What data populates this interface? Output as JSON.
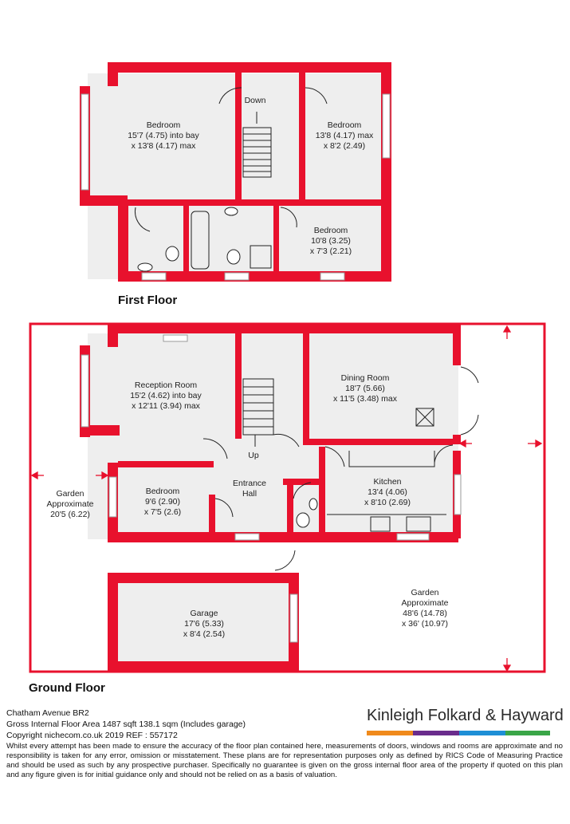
{
  "first_floor": {
    "title": "First Floor",
    "stairs_label": "Down",
    "rooms": [
      {
        "name": "Bedroom",
        "dims": [
          "15'7 (4.75) into bay",
          "x 13'8 (4.17) max"
        ]
      },
      {
        "name": "Bedroom",
        "dims": [
          "13'8 (4.17) max",
          "x 8'2 (2.49)"
        ]
      },
      {
        "name": "Bedroom",
        "dims": [
          "10'8 (3.25)",
          "x 7'3 (2.21)"
        ]
      }
    ]
  },
  "ground_floor": {
    "title": "Ground Floor",
    "stairs_label": "Up",
    "rooms": [
      {
        "name": "Reception Room",
        "dims": [
          "15'2 (4.62) into bay",
          "x 12'11 (3.94) max"
        ]
      },
      {
        "name": "Dining Room",
        "dims": [
          "18'7 (5.66)",
          "x 11'5 (3.48) max"
        ]
      },
      {
        "name": "Bedroom",
        "dims": [
          "9'6 (2.90)",
          "x 7'5 (2.6)"
        ]
      },
      {
        "name": "Entrance",
        "dims": [
          "Hall"
        ]
      },
      {
        "name": "Kitchen",
        "dims": [
          "13'4 (4.06)",
          "x 8'10 (2.69)"
        ]
      },
      {
        "name": "Garage",
        "dims": [
          "17'6 (5.33)",
          "x 8'4 (2.54)"
        ]
      }
    ],
    "gardens": [
      {
        "name": "Garden",
        "dims": [
          "Approximate",
          "20'5 (6.22)"
        ]
      },
      {
        "name": "Garden",
        "dims": [
          "Approximate",
          "48'6 (14.78)",
          "x 36' (10.97)"
        ]
      }
    ]
  },
  "footer": {
    "address": "Chatham Avenue BR2",
    "area": "Gross Internal Floor Area 1487 sqft 138.1 sqm (Includes garage)",
    "copyright": "Copyright nichecom.co.uk 2019 REF : 557172",
    "disclaimer": "Whilst every attempt has been made to ensure the accuracy of the floor plan contained here, measurements of doors, windows and rooms are approximate and no responsibility is taken for any error, omission or misstatement.  These plans are for representation purposes only as defined by RICS Code of Measuring Practice and should be used as such by any prospective purchaser.  Specifically no guarantee is given on the gross internal floor area of the property if quoted on this plan and any figure given is for initial guidance only and should not be relied on as a basis of valuation."
  },
  "brand": {
    "name": "Kinleigh Folkard & Hayward",
    "bar_colors": [
      "#f08a1c",
      "#6a2c8c",
      "#1e8fd6",
      "#3aa648"
    ]
  },
  "colors": {
    "wall": "#e8112d",
    "room_fill": "#eeeeee",
    "line": "#222222"
  }
}
